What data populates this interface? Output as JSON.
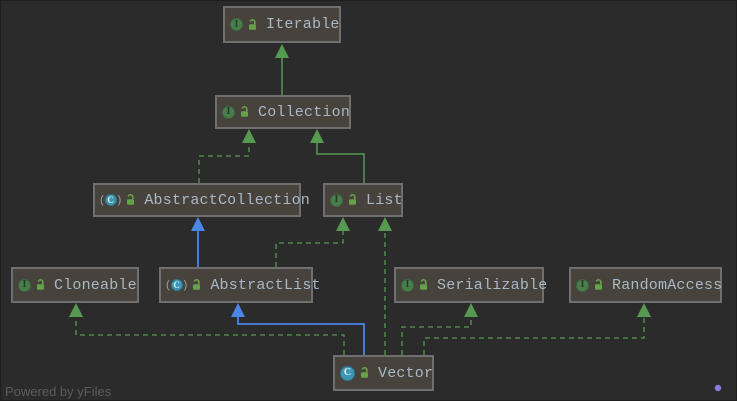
{
  "app": {
    "watermark": "Powered by yFiles"
  },
  "icons": {
    "interface_letter": "I",
    "class_letter": "C",
    "paren_left": "(",
    "paren_right": ")"
  },
  "diagram": {
    "nodes": {
      "iterable": {
        "label": "Iterable",
        "kind": "interface"
      },
      "collection": {
        "label": "Collection",
        "kind": "interface"
      },
      "abstractCollection": {
        "label": "AbstractCollection",
        "kind": "abstract-class"
      },
      "list": {
        "label": "List",
        "kind": "interface"
      },
      "cloneable": {
        "label": "Cloneable",
        "kind": "interface"
      },
      "abstractList": {
        "label": "AbstractList",
        "kind": "abstract-class"
      },
      "serializable": {
        "label": "Serializable",
        "kind": "interface"
      },
      "randomAccess": {
        "label": "RandomAccess",
        "kind": "interface"
      },
      "vector": {
        "label": "Vector",
        "kind": "class"
      }
    },
    "edges": [
      {
        "from": "Collection",
        "to": "Iterable",
        "type": "extends",
        "style": "solid-green"
      },
      {
        "from": "List",
        "to": "Collection",
        "type": "extends",
        "style": "solid-green"
      },
      {
        "from": "AbstractCollection",
        "to": "Collection",
        "type": "implements",
        "style": "dashed-green"
      },
      {
        "from": "AbstractList",
        "to": "AbstractCollection",
        "type": "extends",
        "style": "solid-blue"
      },
      {
        "from": "AbstractList",
        "to": "List",
        "type": "implements",
        "style": "dashed-green"
      },
      {
        "from": "Vector",
        "to": "AbstractList",
        "type": "extends",
        "style": "solid-blue"
      },
      {
        "from": "Vector",
        "to": "List",
        "type": "implements",
        "style": "dashed-green"
      },
      {
        "from": "Vector",
        "to": "Cloneable",
        "type": "implements",
        "style": "dashed-green"
      },
      {
        "from": "Vector",
        "to": "Serializable",
        "type": "implements",
        "style": "dashed-green"
      },
      {
        "from": "Vector",
        "to": "RandomAccess",
        "type": "implements",
        "style": "dashed-green"
      }
    ],
    "colors": {
      "background": "#2b2b2b",
      "node_fill": "#47433c",
      "node_border": "#6f6f6f",
      "node_text": "#a9b7c6",
      "green_edge": "#569a51",
      "blue_edge": "#4a86e8",
      "interface_icon": "#4a7d4c",
      "class_icon": "#3f96b4",
      "lock_icon": "#63a246",
      "pink_dot": "#ce8fa6",
      "purple_dot": "#8d76dc",
      "watermark_text": "#5c5c5c"
    }
  }
}
